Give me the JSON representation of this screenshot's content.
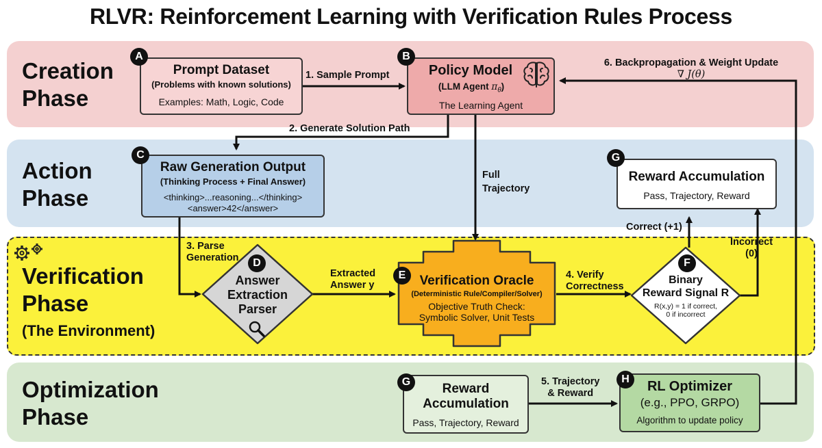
{
  "title": "RLVR: Reinforcement Learning with Verification Rules Process",
  "phases": {
    "creation": {
      "line1": "Creation",
      "line2": "Phase"
    },
    "action": {
      "line1": "Action",
      "line2": "Phase"
    },
    "verification": {
      "line1": "Verification",
      "line2": "Phase",
      "line3": "(The Environment)"
    },
    "optimization": {
      "line1": "Optimization",
      "line2": "Phase"
    }
  },
  "nodes": {
    "A": {
      "badge": "A",
      "title": "Prompt Dataset",
      "subtitle": "(Problems with known solutions)",
      "detail": "Examples: Math, Logic, Code"
    },
    "B": {
      "badge": "B",
      "title": "Policy Model",
      "subtitle_prefix": "(LLM Agent ",
      "subtitle_symbol": "π",
      "subtitle_sub": "θ",
      "subtitle_suffix": ")",
      "detail": "The Learning Agent"
    },
    "C": {
      "badge": "C",
      "title": "Raw Generation Output",
      "subtitle": "(Thinking Process + Final Answer)",
      "line1": "<thinking>...reasoning...</thinking>",
      "line2": "<answer>42</answer>"
    },
    "D": {
      "badge": "D",
      "line1": "Answer",
      "line2": "Extraction",
      "line3": "Parser"
    },
    "E": {
      "badge": "E",
      "title": "Verification Oracle",
      "subtitle": "(Deterministic Rule/Compiler/Solver)",
      "line1": "Objective Truth Check:",
      "line2": "Symbolic Solver, Unit Tests"
    },
    "F": {
      "badge": "F",
      "line1": "Binary",
      "line2": "Reward Signal R",
      "line3": "R(x,y) = 1 if correct,",
      "line4": "0 if incorrect"
    },
    "G_top": {
      "badge": "G",
      "title": "Reward Accumulation",
      "detail": "Pass, Trajectory, Reward"
    },
    "G_bottom": {
      "badge": "G",
      "line1": "Reward",
      "line2": "Accumulation",
      "detail": "Pass, Trajectory, Reward"
    },
    "H": {
      "badge": "H",
      "title": "RL Optimizer",
      "subtitle": "(e.g., PPO, GRPO)",
      "detail": "Algorithm to update policy"
    }
  },
  "edges": {
    "e1": "1. Sample Prompt",
    "e2": "2. Generate Solution Path",
    "e3_line1": "3. Parse",
    "e3_line2": "Generation",
    "e4_line1": "4. Verify",
    "e4_line2": "Correctness",
    "e5_line1": "5. Trajectory",
    "e5_line2": "& Reward",
    "e6": "6. Backpropagation & Weight Update",
    "e6_formula": "∇ J(θ)",
    "full_line1": "Full",
    "full_line2": "Trajectory",
    "extracted_line1": "Extracted",
    "extracted_line2": "Answer y",
    "correct": "Correct (+1)",
    "incorrect_line1": "Incorrect",
    "incorrect_line2": "(0)"
  },
  "colors": {
    "creation_band": "#f4d0d0",
    "action_band": "#d4e3f0",
    "verification_band": "#fbf13b",
    "optimization_band": "#d7e8cf",
    "policy_box": "#eeaaaa",
    "raw_output_box": "#b6cfe8",
    "oracle_gear": "#f8ae1e",
    "optimizer_box": "#b4d9a3"
  },
  "icons": {
    "brain": "brain-icon",
    "gears": "gears-icon",
    "magnifier": "magnifier-icon"
  }
}
